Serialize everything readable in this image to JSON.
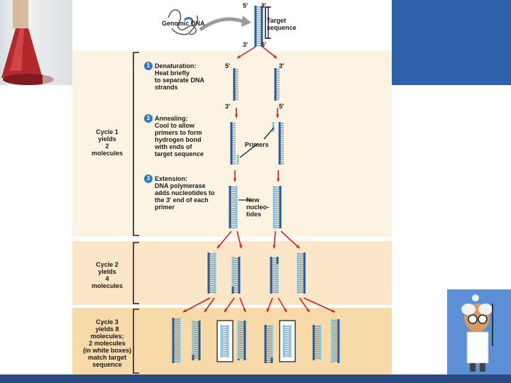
{
  "diagram": {
    "genomic_dna_label": "Genomic DNA",
    "target_sequence_label": "Target\nsequence",
    "end_5": "5′",
    "end_3": "3′",
    "cycle1_label": "Cycle 1\nyields\n2\nmolecules",
    "cycle2_label": "Cycle 2\nyields\n4\nmolecules",
    "cycle3_label": "Cycle 3\nyields 8\nmolecules;\n2 molecules\n(in white boxes)\nmatch target\nsequence",
    "steps": [
      {
        "number": "1",
        "text": "Denaturation:\nHeat briefly\nto separate DNA\nstrands"
      },
      {
        "number": "2",
        "text": "Annealing:\nCool to allow\nprimers to form\nhydrogen bond\nwith ends of\ntarget sequence"
      },
      {
        "number": "3",
        "text": "Extension:\nDNA polymerase\nadds nucleotides to\nthe 3′ end of each\nprimer"
      }
    ],
    "primers_label": "Primers",
    "new_nucleotides_label": "New\nnucleo-\ntides"
  },
  "colors": {
    "band1": "#fdf3e3",
    "band2": "#fbe6c7",
    "band3": "#f8d9a8",
    "strand_dark": "#1f5f9f",
    "strand_light": "#7ec8e8",
    "arrow_red": "#d42020",
    "side_blue": "#2e61a8"
  }
}
